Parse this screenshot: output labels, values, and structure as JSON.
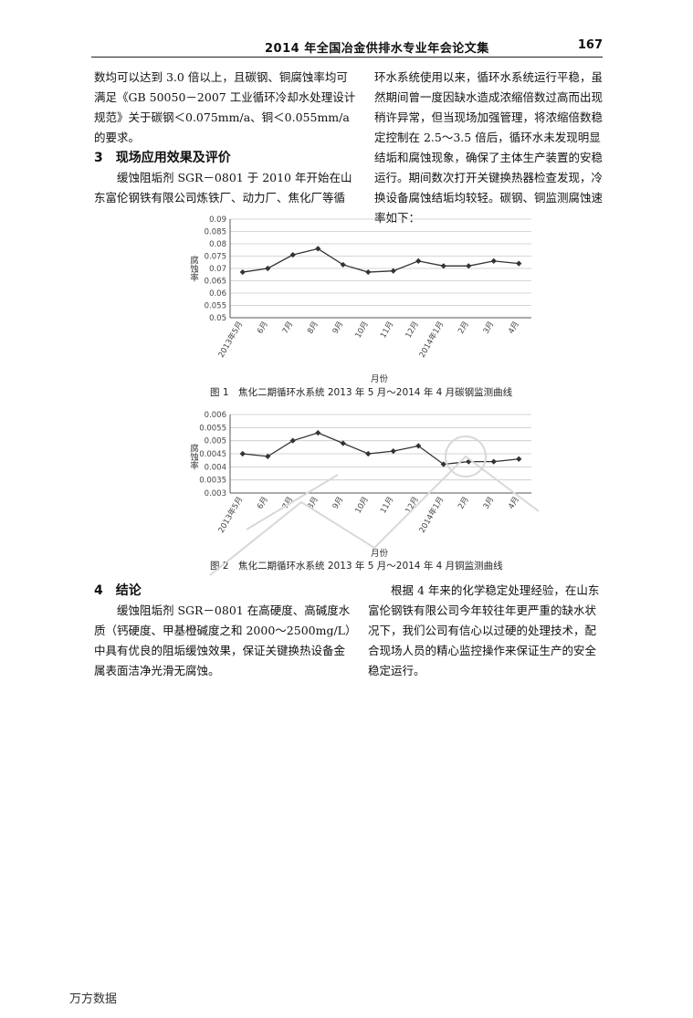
{
  "header": {
    "title": "2014 年全国冶金供排水专业年会论文集",
    "page_number": "167"
  },
  "left_top": {
    "para1": "数均可以达到 3.0 倍以上，且碳钢、铜腐蚀率均可满足《GB 50050－2007 工业循环冷却水处理设计规范》关于碳钢＜0.075mm/a、铜＜0.055mm/a 的要求。",
    "section3_heading": "3　现场应用效果及评价",
    "para2": "缓蚀阻垢剂 SGR－0801 于 2010 年开始在山东富伦钢铁有限公司炼铁厂、动力厂、焦化厂等循"
  },
  "right_top": {
    "para": "环水系统使用以来，循环水系统运行平稳，虽然期间曾一度因缺水造成浓缩倍数过高而出现稍许异常，但当现场加强管理，将浓缩倍数稳定控制在 2.5～3.5 倍后，循环水未发现明显结垢和腐蚀现象，确保了主体生产装置的安稳运行。期间数次打开关键换热器检查发现，冷换设备腐蚀结垢均较轻。碳钢、铜监测腐蚀速率如下："
  },
  "figure1": {
    "caption": "图 1　焦化二期循环水系统 2013 年 5 月～2014 年 4 月碳钢监测曲线",
    "xlabel": "月份",
    "ylabel": "腐蚀率"
  },
  "figure2": {
    "caption": "图 2　焦化二期循环水系统 2013 年 5 月～2014 年 4 月铜监测曲线",
    "xlabel": "月份",
    "ylabel": "腐蚀率"
  },
  "chart_data": [
    {
      "type": "line",
      "categories": [
        "2013年5月",
        "6月",
        "7月",
        "8月",
        "9月",
        "10月",
        "11月",
        "12月",
        "2014年1月",
        "2月",
        "3月",
        "4月"
      ],
      "values": [
        0.0685,
        0.07,
        0.0755,
        0.078,
        0.0715,
        0.0685,
        0.069,
        0.073,
        0.071,
        0.071,
        0.073,
        0.072
      ],
      "yticks": [
        "0.09",
        "0.085",
        "0.08",
        "0.075",
        "0.07",
        "0.065",
        "0.06",
        "0.055",
        "0.05"
      ],
      "ylim": [
        0.05,
        0.09
      ],
      "xlabel": "月份",
      "ylabel": "腐蚀率",
      "grid": true,
      "color": "#333333"
    },
    {
      "type": "line",
      "categories": [
        "2013年5月",
        "6月",
        "7月",
        "8月",
        "9月",
        "10月",
        "11月",
        "12月",
        "2014年1月",
        "2月",
        "3月",
        "4月"
      ],
      "values": [
        0.0045,
        0.0044,
        0.005,
        0.0053,
        0.0049,
        0.0045,
        0.0046,
        0.0048,
        0.0041,
        0.0042,
        0.0042,
        0.0043
      ],
      "yticks": [
        "0.006",
        "0.0055",
        "0.005",
        "0.0045",
        "0.004",
        "0.0035",
        "0.003"
      ],
      "ylim": [
        0.003,
        0.006
      ],
      "xlabel": "月份",
      "ylabel": "腐蚀率",
      "grid": true,
      "color": "#333333"
    }
  ],
  "left_bottom": {
    "heading": "4　结论",
    "para": "缓蚀阻垢剂 SGR－0801 在高硬度、高碱度水质（钙硬度、甲基橙碱度之和 2000～2500mg/L）中具有优良的阻垢缓蚀效果，保证关键换热设备金属表面洁净光滑无腐蚀。"
  },
  "right_bottom": {
    "para": "根据 4 年来的化学稳定处理经验，在山东富伦钢铁有限公司今年较往年更严重的缺水状况下，我们公司有信心以过硬的处理技术，配合现场人员的精心监控操作来保证生产的安全稳定运行。"
  },
  "footer": {
    "logo_text": "万方数据"
  }
}
